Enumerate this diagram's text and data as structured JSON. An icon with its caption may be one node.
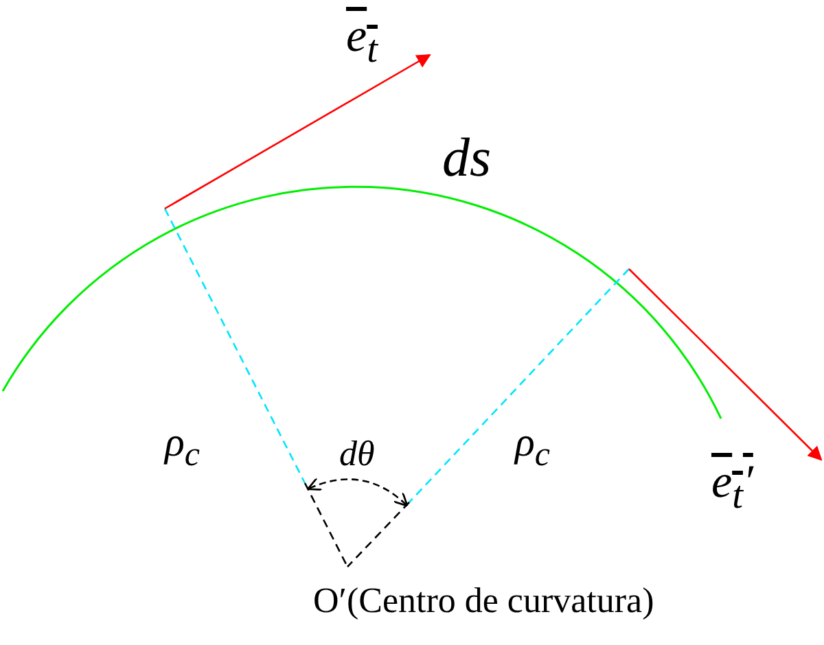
{
  "diagram": {
    "labels": [
      "e$_{t}$",
      "ds",
      "ρ$_{c}$",
      "dθ",
      "ρ$_{c}$",
      "e$_{t}$′",
      "O′(Centro de curvatura)"
    ]
  }
}
